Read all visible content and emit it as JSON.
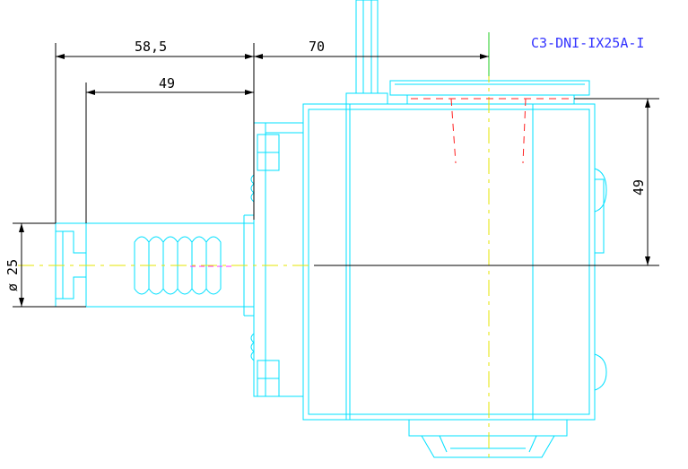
{
  "drawing": {
    "part_label": "C3-DNI-IX25A-I",
    "dimensions": {
      "width_overall": "58,5",
      "width_inner": "49",
      "offset": "70",
      "height_right": "49",
      "diameter": "ø 25"
    }
  },
  "colors": {
    "part_lines": "#00e0ff",
    "dimension_lines": "#000000",
    "center_lines": "#e6e600",
    "hidden_lines": "#ff2020",
    "label_text": "#3333ff"
  }
}
